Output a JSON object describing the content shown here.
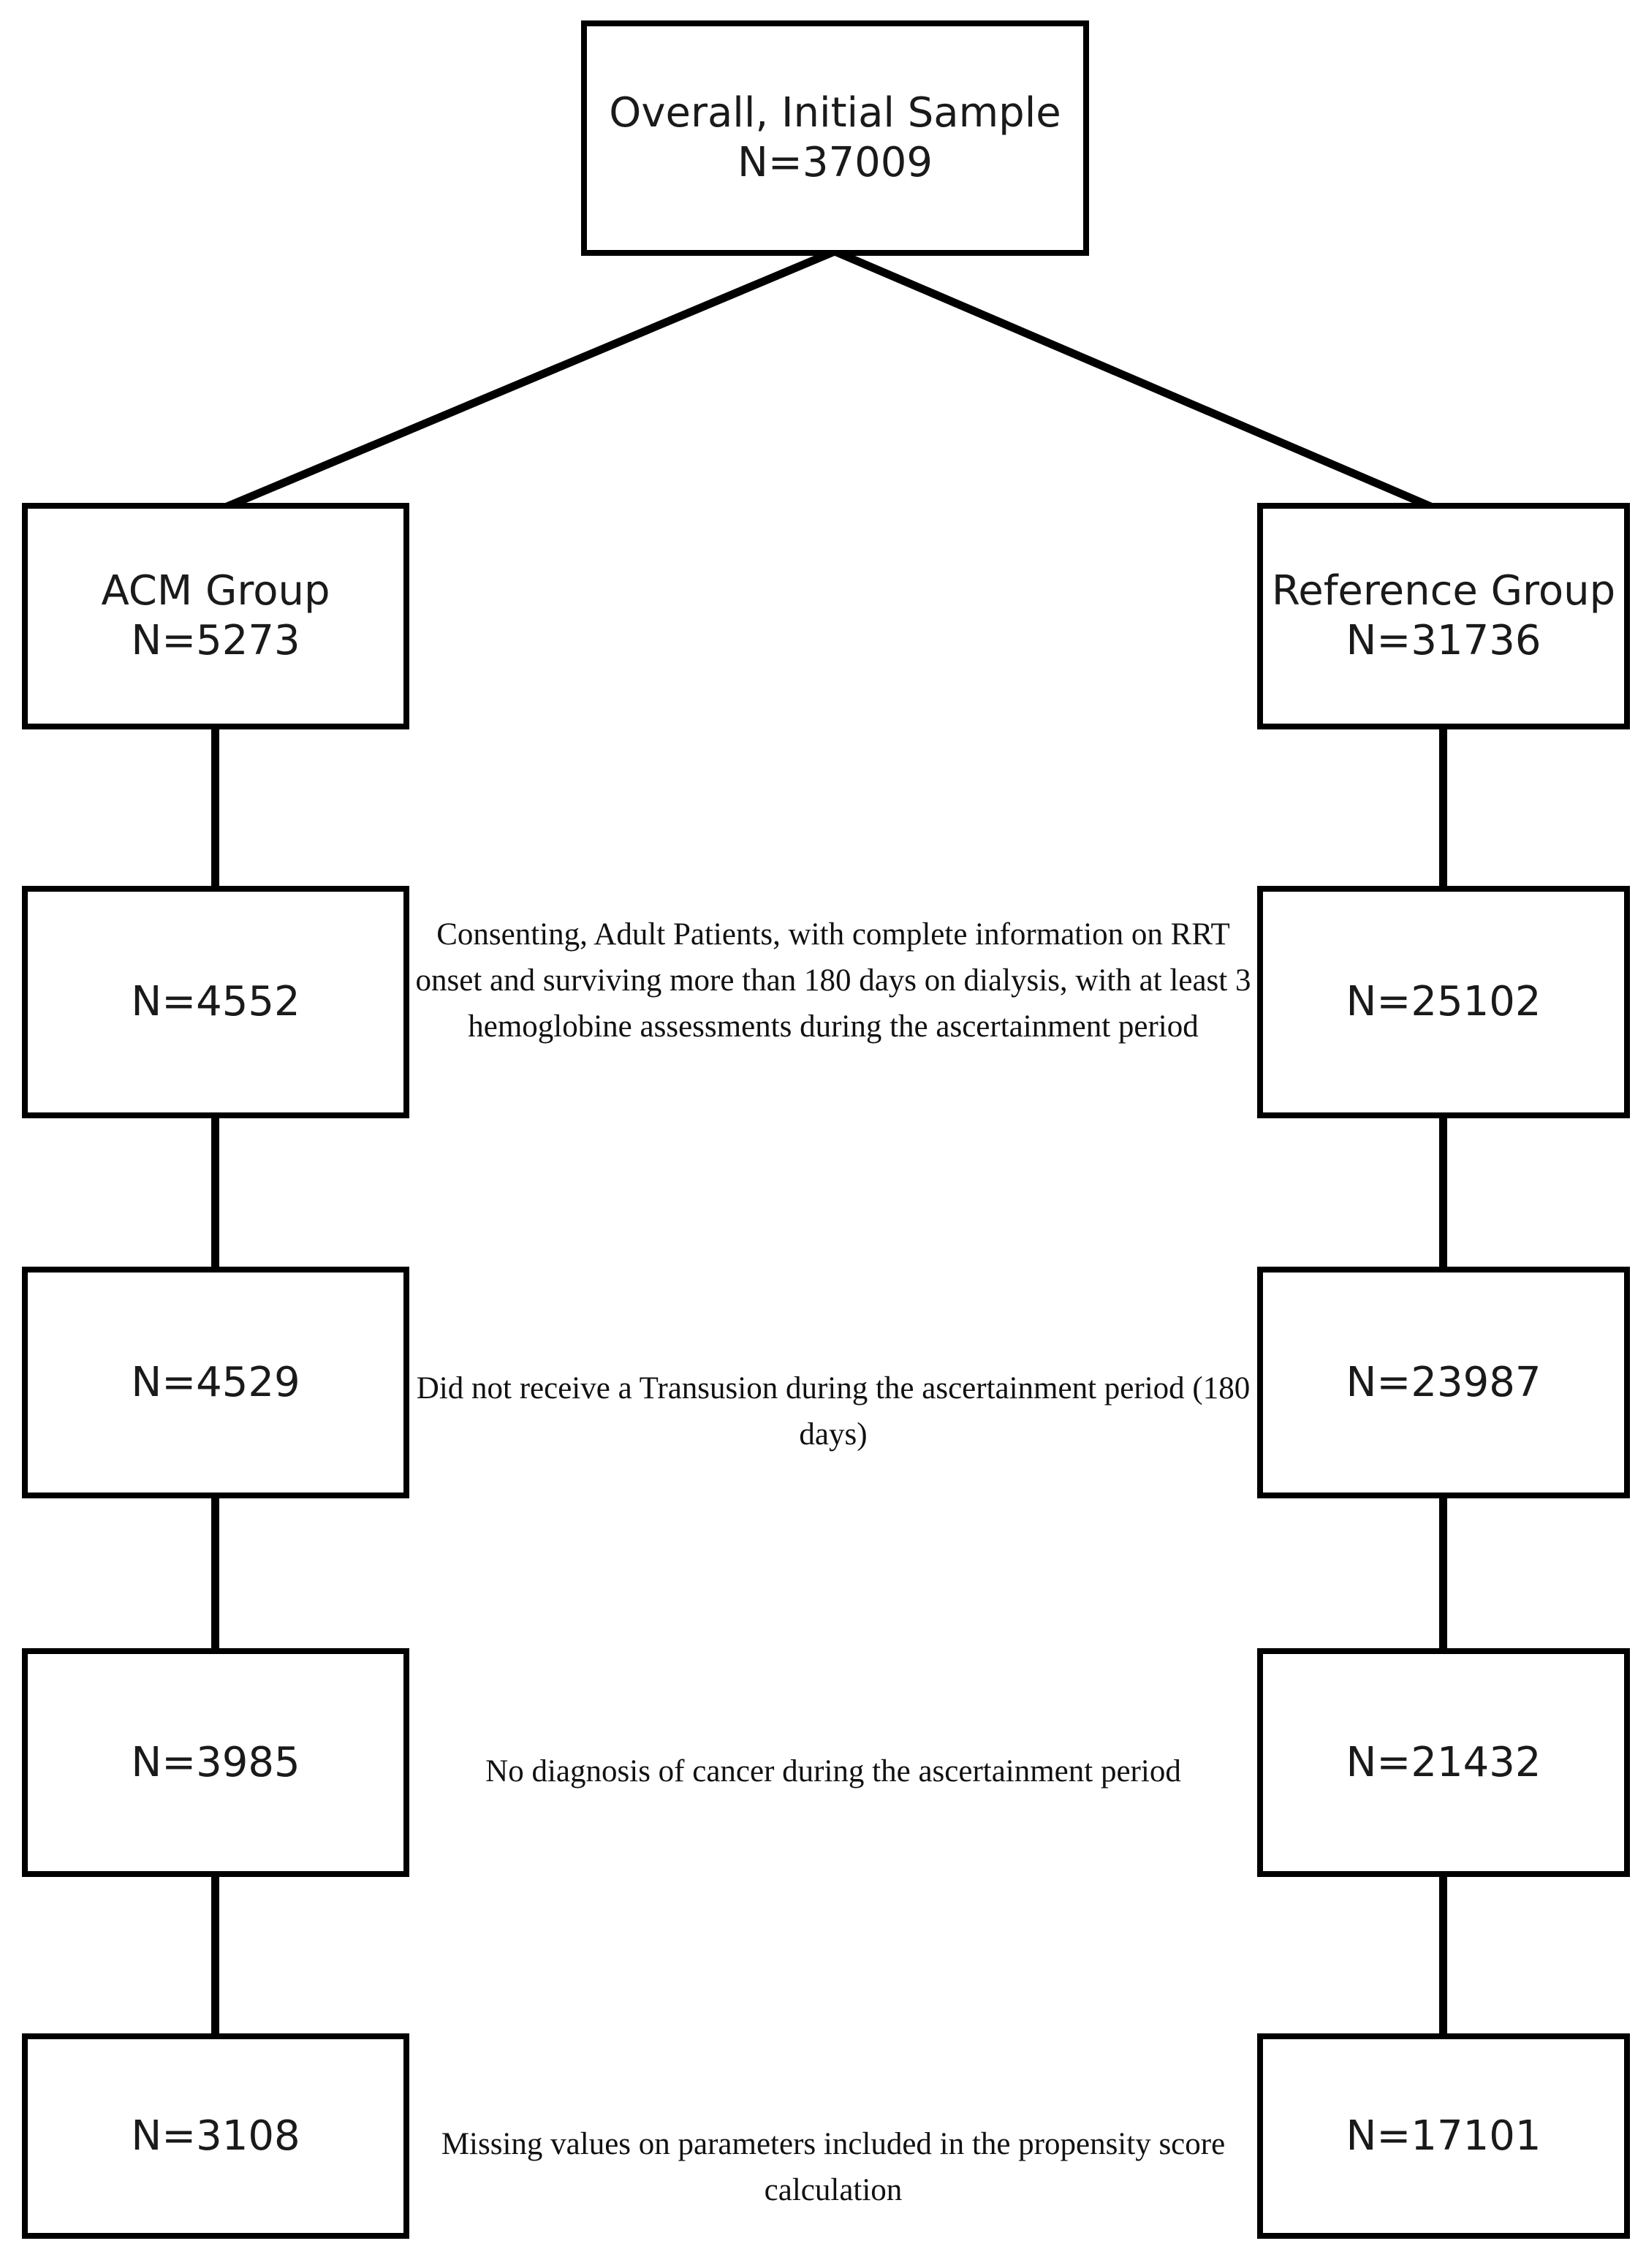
{
  "figure": {
    "type": "patient-flow-diagram",
    "background_color": "#ffffff",
    "line_color": "#000000",
    "text_color": "#111111",
    "top_box": {
      "title": "Overall, Initial Sample",
      "n": "N=37009"
    },
    "columns": {
      "left": {
        "title": "ACM Group",
        "n": "N=5273"
      },
      "right": {
        "title": "Reference Group",
        "n": "N=31736"
      }
    },
    "rows": [
      {
        "left_n": "N=4552",
        "criterion": "Consenting, Adult Patients, with complete information on RRT onset and surviving more than 180 days on dialysis, with at least 3 hemoglobine assessments during the ascertainment period",
        "right_n": "N=25102"
      },
      {
        "left_n": "N=4529",
        "criterion": "Did not receive a Transusion during the ascertainment period (180 days)",
        "right_n": "N=23987"
      },
      {
        "left_n": "N=3985",
        "criterion": "No diagnosis of cancer during the ascertainment period",
        "right_n": "N=21432"
      },
      {
        "left_n": "N=3108",
        "criterion": "Missing values on parameters included in the propensity score calculation",
        "right_n": "N=17101"
      }
    ]
  }
}
